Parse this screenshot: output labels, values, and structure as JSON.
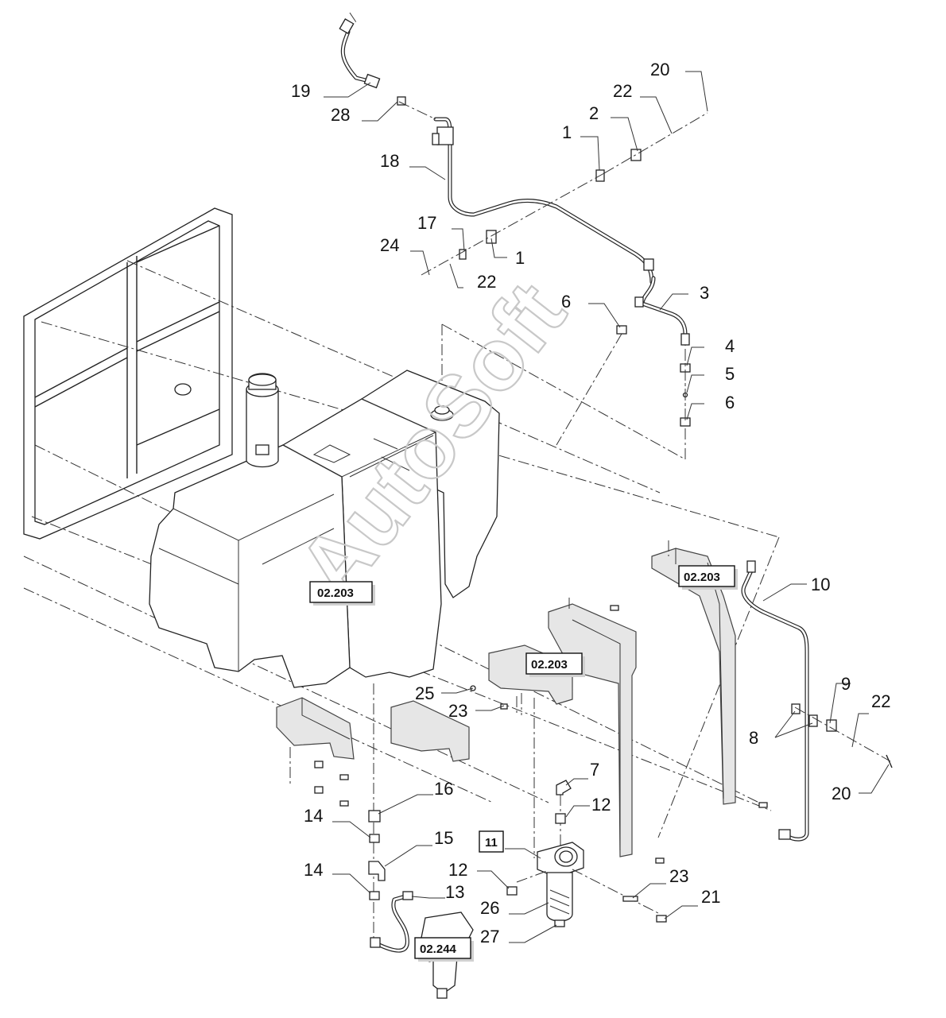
{
  "watermark": "AutoSoft",
  "callouts": [
    "20",
    "22",
    "19",
    "2",
    "28",
    "1",
    "18",
    "17",
    "24",
    "1",
    "22",
    "6",
    "3",
    "4",
    "5",
    "6",
    "10",
    "9",
    "22",
    "8",
    "20",
    "25",
    "23",
    "7",
    "12",
    "16",
    "14",
    "15",
    "11",
    "12",
    "14",
    "13",
    "26",
    "27",
    "23",
    "21"
  ],
  "references": [
    "02.203",
    "02.203",
    "02.203",
    "02.244"
  ],
  "reference_11": "11"
}
